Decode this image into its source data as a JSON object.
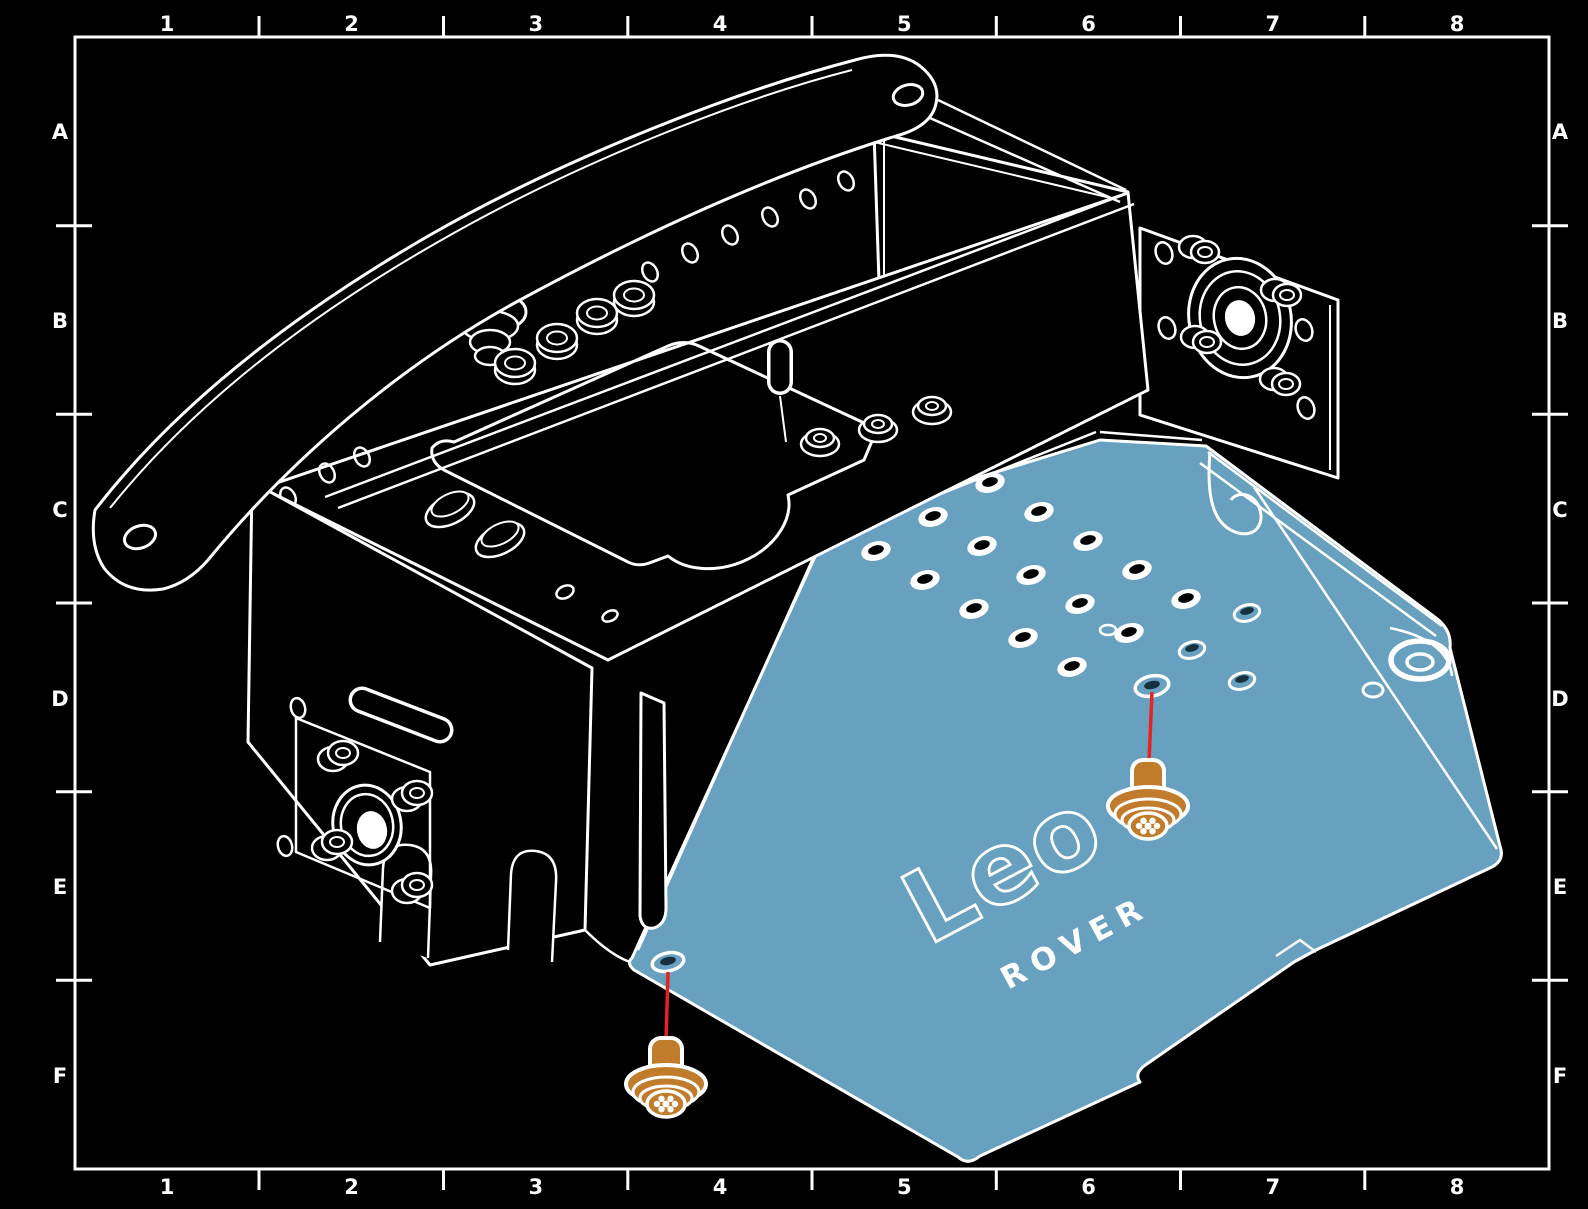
{
  "frame": {
    "column_labels": [
      "1",
      "2",
      "3",
      "4",
      "5",
      "6",
      "7",
      "8"
    ],
    "row_labels": [
      "A",
      "B",
      "C",
      "D",
      "E",
      "F"
    ]
  },
  "logo": {
    "primary": "Leo",
    "secondary": "ROVER"
  },
  "colors": {
    "background": "#000000",
    "line": "#ffffff",
    "highlight_part": "#68a0c0",
    "fastener": "#c07c2b",
    "leader_line": "#e62320"
  },
  "fasteners": {
    "count": 2,
    "type_name": "torx-screw"
  },
  "highlighted_part_name": "bottom-plate"
}
